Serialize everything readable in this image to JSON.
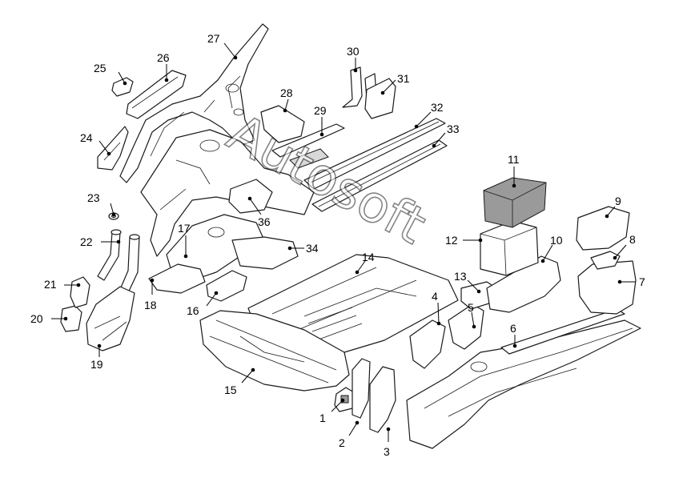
{
  "watermark": "Autosoft",
  "parts": [
    {
      "id": "1",
      "label": "1"
    },
    {
      "id": "2",
      "label": "2"
    },
    {
      "id": "3",
      "label": "3"
    },
    {
      "id": "4",
      "label": "4"
    },
    {
      "id": "5",
      "label": "5"
    },
    {
      "id": "6",
      "label": "6"
    },
    {
      "id": "7",
      "label": "7"
    },
    {
      "id": "8",
      "label": "8"
    },
    {
      "id": "9",
      "label": "9"
    },
    {
      "id": "10",
      "label": "10"
    },
    {
      "id": "11",
      "label": "11"
    },
    {
      "id": "12",
      "label": "12"
    },
    {
      "id": "13",
      "label": "13"
    },
    {
      "id": "14",
      "label": "14"
    },
    {
      "id": "15",
      "label": "15"
    },
    {
      "id": "16",
      "label": "16"
    },
    {
      "id": "17",
      "label": "17"
    },
    {
      "id": "18",
      "label": "18"
    },
    {
      "id": "19",
      "label": "19"
    },
    {
      "id": "20",
      "label": "20"
    },
    {
      "id": "21",
      "label": "21"
    },
    {
      "id": "22",
      "label": "22"
    },
    {
      "id": "23",
      "label": "23"
    },
    {
      "id": "24",
      "label": "24"
    },
    {
      "id": "25",
      "label": "25"
    },
    {
      "id": "26",
      "label": "26"
    },
    {
      "id": "27",
      "label": "27"
    },
    {
      "id": "28",
      "label": "28"
    },
    {
      "id": "29",
      "label": "29"
    },
    {
      "id": "30",
      "label": "30"
    },
    {
      "id": "31",
      "label": "31"
    },
    {
      "id": "32",
      "label": "32"
    },
    {
      "id": "33",
      "label": "33"
    },
    {
      "id": "34",
      "label": "34"
    },
    {
      "id": "36",
      "label": "36"
    }
  ]
}
